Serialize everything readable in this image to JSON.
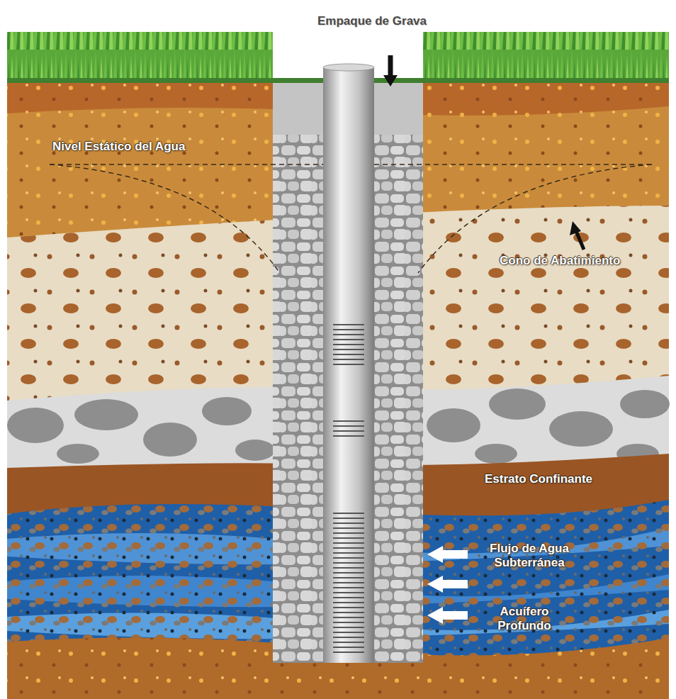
{
  "diagram": {
    "labels": [
      "Empaque de Grava",
      "Nivel Estático del Agua",
      "Cono de Abatimiento",
      "Estrato Confinante",
      "Flujo de Agua Subterránea",
      "Acuífero Profundo"
    ]
  }
}
